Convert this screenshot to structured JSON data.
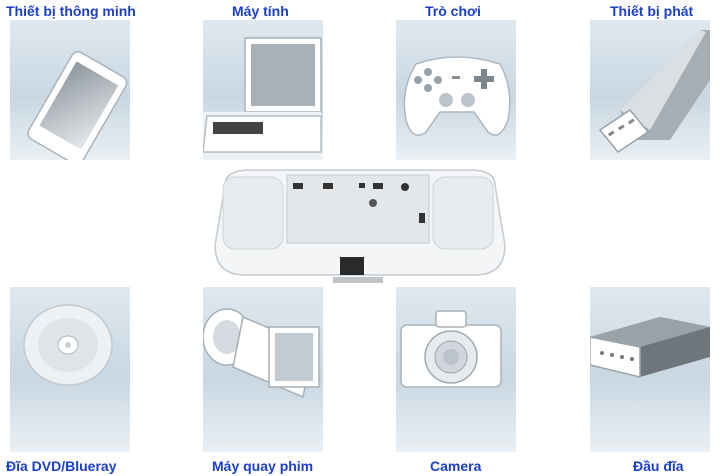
{
  "categories": [
    {
      "label": "Thiết bị thông minh",
      "icon": "smartphone-icon"
    },
    {
      "label": "Máy tính",
      "icon": "laptop-icon"
    },
    {
      "label": "Trò chơi",
      "icon": "gamepad-icon"
    },
    {
      "label": "Thiết bị phát",
      "icon": "hdmi-stick-icon"
    },
    {
      "label": "Đĩa DVD/Blueray",
      "icon": "disc-icon"
    },
    {
      "label": "Máy quay phim",
      "icon": "camcorder-icon"
    },
    {
      "label": "Camera",
      "icon": "camera-icon"
    },
    {
      "label": "Đầu đĩa",
      "icon": "disc-player-icon"
    }
  ],
  "colors": {
    "label": "#1a3fd0",
    "tile_top": "#dfe8ef",
    "tile_mid": "#c9d7e2"
  }
}
